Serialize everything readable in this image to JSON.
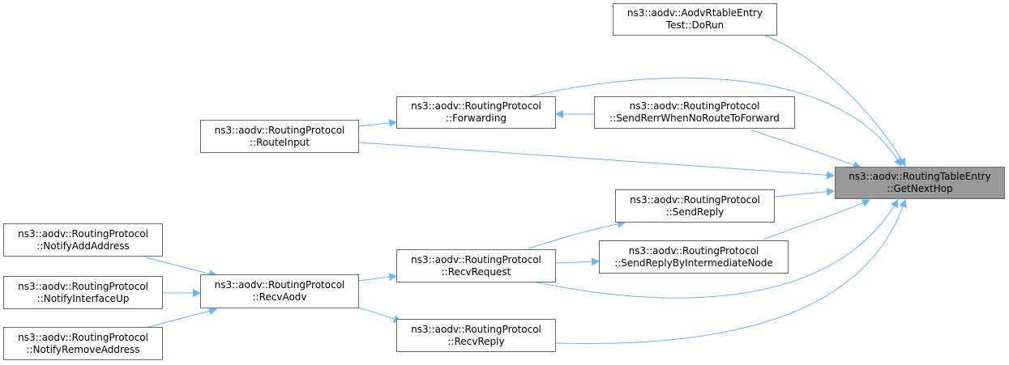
{
  "colors": {
    "edge": "#63b8ff",
    "focus_fill": "#999999",
    "border": "#666666"
  },
  "nodes": {
    "getnexthop": {
      "line1": "ns3::aodv::RoutingTableEntry",
      "line2": "::GetNextHop"
    },
    "dorun": {
      "line1": "ns3::aodv::AodvRtableEntry",
      "line2": "Test::DoRun"
    },
    "forwarding": {
      "line1": "ns3::aodv::RoutingProtocol",
      "line2": "::Forwarding"
    },
    "senderr": {
      "line1": "ns3::aodv::RoutingProtocol",
      "line2": "::SendRerrWhenNoRouteToForward"
    },
    "routeinput": {
      "line1": "ns3::aodv::RoutingProtocol",
      "line2": "::RouteInput"
    },
    "sendreply": {
      "line1": "ns3::aodv::RoutingProtocol",
      "line2": "::SendReply"
    },
    "sendreplyint": {
      "line1": "ns3::aodv::RoutingProtocol",
      "line2": "::SendReplyByIntermediateNode"
    },
    "recvrequest": {
      "line1": "ns3::aodv::RoutingProtocol",
      "line2": "::RecvRequest"
    },
    "recvreply": {
      "line1": "ns3::aodv::RoutingProtocol",
      "line2": "::RecvReply"
    },
    "recvaodv": {
      "line1": "ns3::aodv::RoutingProtocol",
      "line2": "::RecvAodv"
    },
    "notifyadd": {
      "line1": "ns3::aodv::RoutingProtocol",
      "line2": "::NotifyAddAddress"
    },
    "notifyup": {
      "line1": "ns3::aodv::RoutingProtocol",
      "line2": "::NotifyInterfaceUp"
    },
    "notifyremove": {
      "line1": "ns3::aodv::RoutingProtocol",
      "line2": "::NotifyRemoveAddress"
    }
  }
}
